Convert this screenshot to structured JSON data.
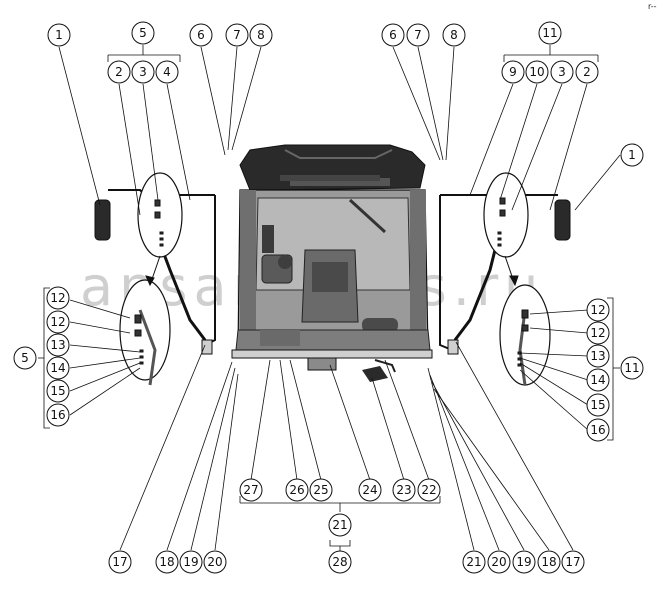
{
  "diagram": {
    "watermark": "ansar parts.ru",
    "corner_mark": "r--",
    "colors": {
      "line": "#111111",
      "cab_gray": "#8e8e8e",
      "cab_dark": "#2a2a2a",
      "cab_light": "#cfcfcf",
      "watermark": "#cfcfcf"
    },
    "callouts": {
      "c1_left": "1",
      "c5_top": "5",
      "c2_left": "2",
      "c3_left": "3",
      "c4_left": "4",
      "c6_left": "6",
      "c7_left": "7",
      "c8_left": "8",
      "c6_right": "6",
      "c7_right": "7",
      "c8_right": "8",
      "c11_top": "11",
      "c9_right": "9",
      "c10_right": "10",
      "c3_right": "3",
      "c2_right": "2",
      "c1_right": "1",
      "c12a_left": "12",
      "c12b_left": "12",
      "c13_left": "13",
      "c14_left": "14",
      "c15_left": "15",
      "c16_left": "16",
      "c5_side": "5",
      "c12a_right": "12",
      "c12b_right": "12",
      "c13_right": "13",
      "c14_right": "14",
      "c15_right": "15",
      "c16_right": "16",
      "c11_side": "11",
      "c27": "27",
      "c26": "26",
      "c25": "25",
      "c24": "24",
      "c23": "23",
      "c22": "22",
      "c21_mid": "21",
      "c28": "28",
      "c17_left": "17",
      "c18_left": "18",
      "c19_left": "19",
      "c20_left": "20",
      "c21_right": "21",
      "c20_right": "20",
      "c19_right": "19",
      "c18_right": "18",
      "c17_right": "17"
    }
  }
}
